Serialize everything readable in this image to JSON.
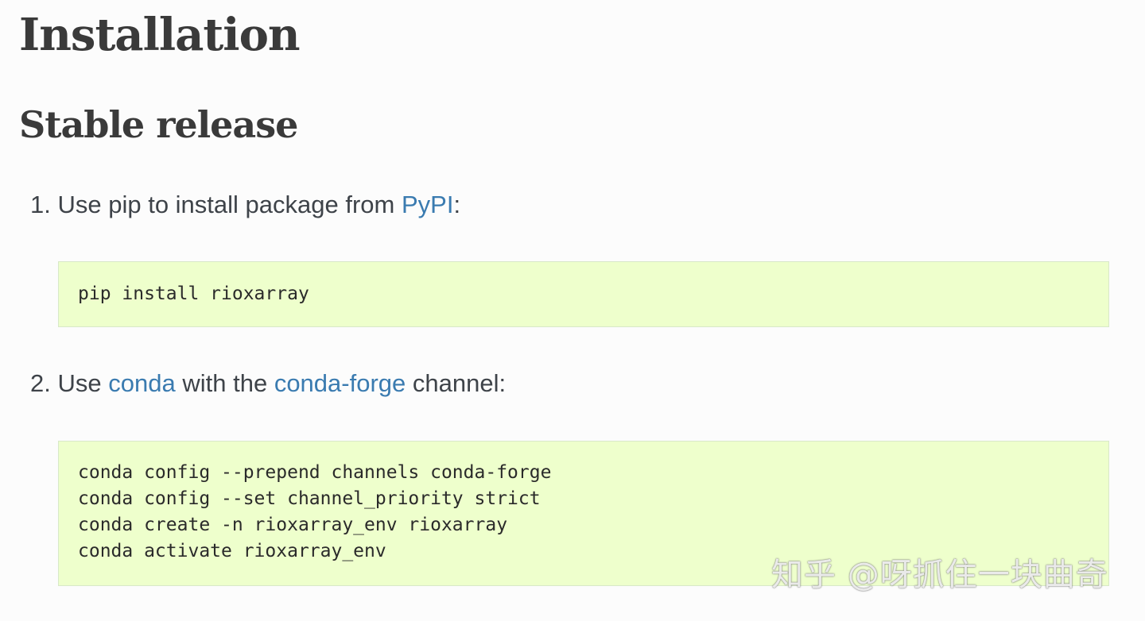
{
  "heading": "Installation",
  "subheading": "Stable release",
  "steps": [
    {
      "number": "1.",
      "text_before": "Use pip to install package from",
      "link": "PyPI",
      "text_after": ":",
      "code": [
        "pip install rioxarray"
      ]
    },
    {
      "number": "2.",
      "text_before": "Use",
      "link1": "conda",
      "text_mid": "with the",
      "link2": "conda-forge",
      "text_after": "channel:",
      "code": [
        "conda config --prepend channels conda-forge",
        "conda config --set channel_priority strict",
        "conda create -n rioxarray_env rioxarray",
        "conda activate rioxarray_env"
      ]
    }
  ],
  "watermark": "知乎 @呀抓住一块曲奇",
  "colors": {
    "link": "#3a7bb0",
    "code_background": "#eeffcc",
    "text": "#3e4349"
  }
}
